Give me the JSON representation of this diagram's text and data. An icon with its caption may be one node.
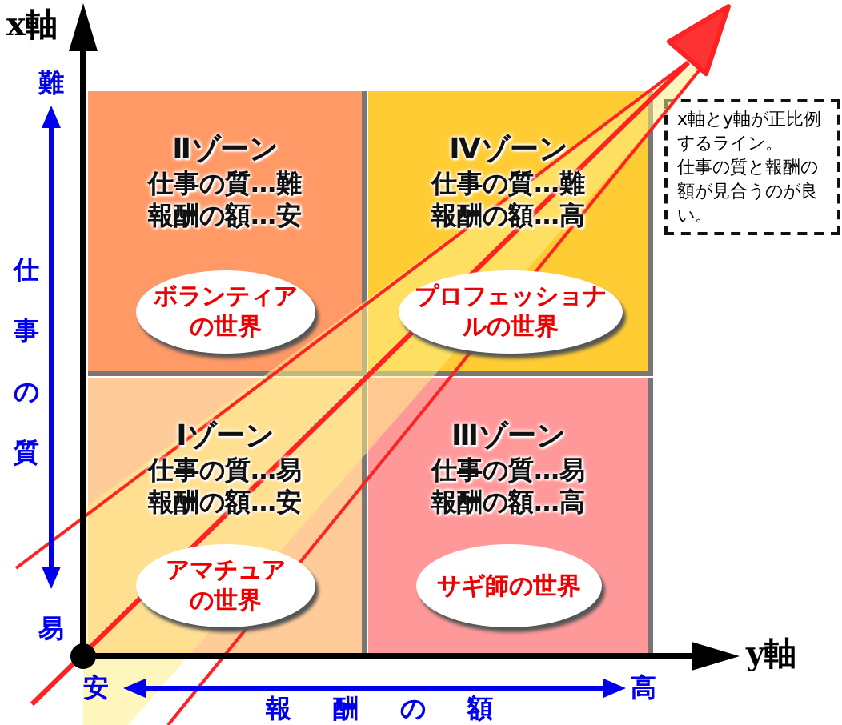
{
  "diagram": {
    "nodes": [
      {
        "text": [
          "Ⅱゾーン",
          "仕事の質…難",
          "報酬の額…安"
        ]
      },
      {
        "text": [
          "ボランティアの世界"
        ],
        "in": 0
      },
      {
        "text": [
          "Ⅳゾーン",
          "仕事の質…難",
          "報酬の額…高"
        ]
      },
      {
        "text": [
          "プロフェッショナルの世界"
        ],
        "in": 2
      },
      {
        "text": [
          "Ⅰゾーン",
          "仕事の質…易",
          "報酬の額…安"
        ]
      },
      {
        "text": [
          "アマチュアの世界"
        ],
        "in": 4
      },
      {
        "text": [
          "Ⅲゾーン",
          "仕事の質…易",
          "報酬の額…高"
        ]
      },
      {
        "text": [
          "サギ師の世界"
        ],
        "in": 6
      },
      {
        "text": [
          "x軸とy軸が正比例するライン。",
          "仕事の質と報酬の額が見合うのが良い。"
        ]
      }
    ],
    "labels": [
      "x軸",
      "難",
      "仕事の質",
      "易",
      "安",
      "報酬の額",
      "高",
      "y軸"
    ]
  }
}
